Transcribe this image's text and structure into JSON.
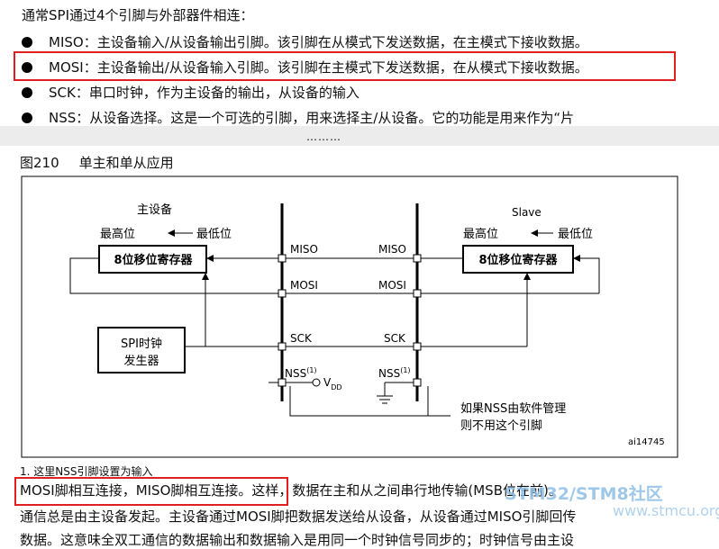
{
  "intro": "通常SPI通过4个引脚与外部器件相连：",
  "bullets": [
    {
      "label": "MISO",
      "text": "：主设备输入/从设备输出引脚。该引脚在从模式下发送数据，在主模式下接收数据。"
    },
    {
      "label": "MOSI",
      "text": "：主设备输出/从设备输入引脚。该引脚在主模式下发送数据，在从模式下接收数据。"
    },
    {
      "label": "SCK",
      "text": "：串口时钟，作为主设备的输出，从设备的输入"
    },
    {
      "label": "NSS",
      "text": "：从设备选择。这是一个可选的引脚，用来选择主/从设备。它的功能是用来作为“片"
    }
  ],
  "ellipsis": "………",
  "figure": {
    "number": "图210",
    "title": "单主和单从应用",
    "master_label": "主设备",
    "slave_label": "Slave",
    "msb": "最高位",
    "lsb": "最低位",
    "register": "8位移位寄存器",
    "clock_gen_line1": "SPI时钟",
    "clock_gen_line2": "发生器",
    "miso": "MISO",
    "mosi": "MOSI",
    "sck": "SCK",
    "nss": "NSS",
    "footnote_mark": "(1)",
    "vdd": "V",
    "vdd_sub": "DD",
    "nss_note_line1": "如果NSS由软件管理",
    "nss_note_line2": "则不用这个引脚",
    "ref": "ai14745"
  },
  "note": "1. 这里NSS引脚设置为输入",
  "para": {
    "highlight": "MOSI脚相互连接，MISO脚相互连接。",
    "rest1": "这样，数据在主和从之间串行地传输(MSB位在前)。",
    "line2": "通信总是由主设备发起。主设备通过MOSI脚把数据发送给从设备，从设备通过MISO引脚回传",
    "line3": "数据。这意味全双工通信的数据输出和数据输入是用同一个时钟信号同步的；时钟信号由主设"
  },
  "watermark": "STM32/STM8社区",
  "watermark2": "www.stmcu.org",
  "colors": {
    "highlight_box": "#e02020",
    "band": "#ececec"
  }
}
